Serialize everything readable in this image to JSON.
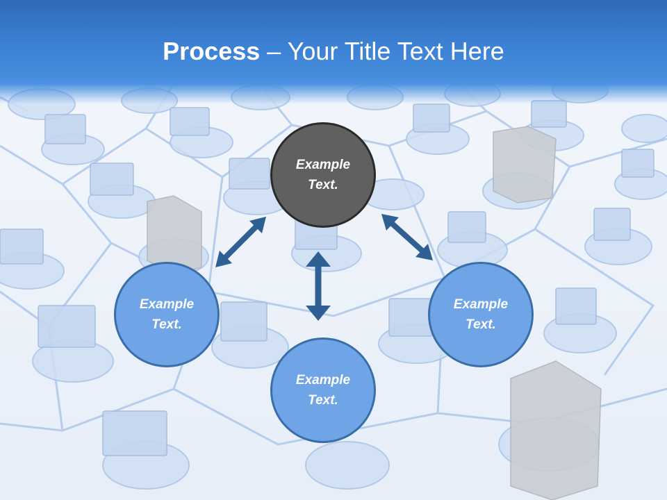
{
  "slide": {
    "title_bold": "Process",
    "title_rest": " – Your Title Text Here"
  },
  "nodes": [
    {
      "id": "top",
      "line1": "Example",
      "line2": "Text."
    },
    {
      "id": "left",
      "line1": "Example",
      "line2": "Text."
    },
    {
      "id": "bottom",
      "line1": "Example",
      "line2": "Text."
    },
    {
      "id": "right",
      "line1": "Example",
      "line2": "Text."
    }
  ],
  "colors": {
    "header": "#3c82d4",
    "center_node": "#606060",
    "outer_node": "#6fa4e6",
    "arrow": "#2f5f93"
  }
}
